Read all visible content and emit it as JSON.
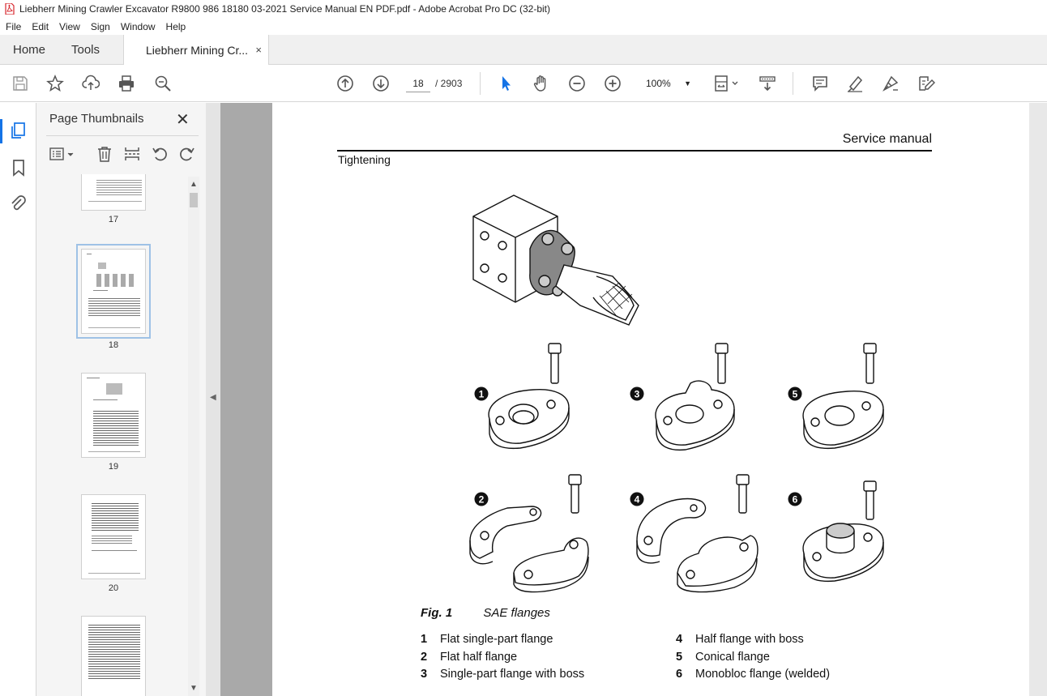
{
  "window": {
    "title": "Liebherr Mining Crawler Excavator R9800 986 18180 03-2021 Service Manual EN PDF.pdf - Adobe Acrobat Pro DC (32-bit)"
  },
  "menu": [
    "File",
    "Edit",
    "View",
    "Sign",
    "Window",
    "Help"
  ],
  "tabs": {
    "home": "Home",
    "tools": "Tools",
    "document": "Liebherr Mining Cr...",
    "close": "×"
  },
  "toolbar": {
    "current_page": "18",
    "page_total": "/   2903",
    "zoom": "100%"
  },
  "thumbnails_panel": {
    "title": "Page Thumbnails",
    "close": "✕",
    "pages": [
      "17",
      "18",
      "19",
      "20"
    ],
    "selected_page": "18"
  },
  "document": {
    "header_right": "Service manual",
    "header_left": "Tightening",
    "figure_callouts": [
      "1",
      "2",
      "3",
      "4",
      "5",
      "6"
    ],
    "caption_label": "Fig. 1",
    "caption_text": "SAE flanges",
    "legend_left": [
      {
        "num": "1",
        "text": "Flat single-part flange"
      },
      {
        "num": "2",
        "text": "Flat half flange"
      },
      {
        "num": "3",
        "text": "Single-part flange with boss"
      }
    ],
    "legend_right": [
      {
        "num": "4",
        "text": "Half flange with boss"
      },
      {
        "num": "5",
        "text": "Conical flange"
      },
      {
        "num": "6",
        "text": "Monobloc flange (welded)"
      }
    ]
  },
  "colors": {
    "accent": "#1473e6",
    "pdf_red": "#d7262c",
    "doc_background": "#a9a9a9"
  }
}
